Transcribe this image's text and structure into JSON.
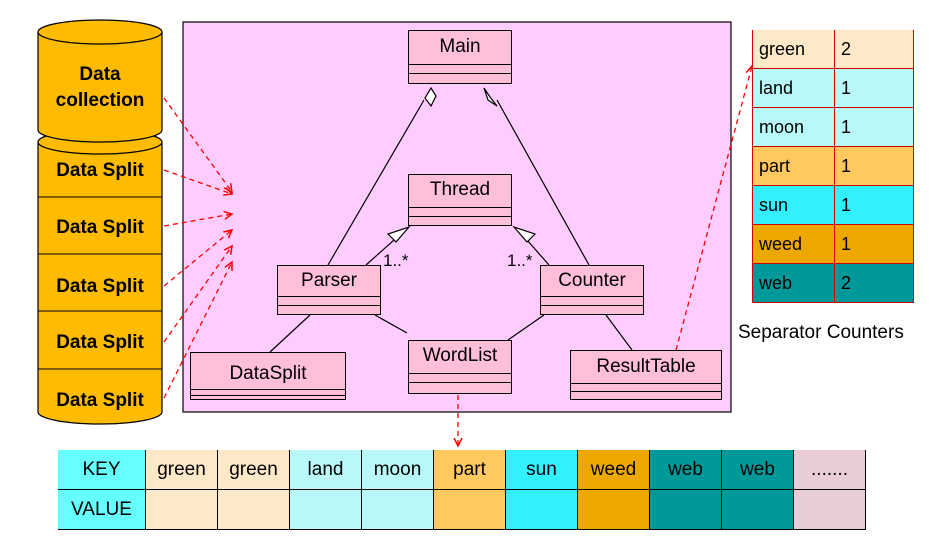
{
  "data_stack": {
    "header": "Data collection",
    "splits": [
      "Data Split",
      "Data Split",
      "Data Split",
      "Data Split",
      "Data Split"
    ],
    "color": "#ffbb00"
  },
  "uml": {
    "background": "#ffccff",
    "class_color": "#ffbfd9",
    "classes": {
      "main": "Main",
      "thread": "Thread",
      "parser": "Parser",
      "counter": "Counter",
      "datasplit": "DataSplit",
      "wordlist": "WordList",
      "resulttable": "ResultTable"
    },
    "multiplicity_left": "1..*",
    "multiplicity_right": "1..*"
  },
  "separator_counters": {
    "caption": "Separator Counters",
    "rows": [
      {
        "key": "green",
        "value": "2",
        "color": "#fde9c8"
      },
      {
        "key": "land",
        "value": "1",
        "color": "#b8f8f8"
      },
      {
        "key": "moon",
        "value": "1",
        "color": "#b8f8f8"
      },
      {
        "key": "part",
        "value": "1",
        "color": "#ffc960"
      },
      {
        "key": "sun",
        "value": "1",
        "color": "#33f0ff"
      },
      {
        "key": "weed",
        "value": "1",
        "color": "#eda800"
      },
      {
        "key": "web",
        "value": "2",
        "color": "#009999"
      }
    ]
  },
  "kv_table": {
    "key_label": "KEY",
    "value_label": "VALUE",
    "label_color": "#66ffff",
    "columns": [
      {
        "key": "green",
        "color": "#fde9c8"
      },
      {
        "key": "green",
        "color": "#fde9c8"
      },
      {
        "key": "land",
        "color": "#b8f8f8"
      },
      {
        "key": "moon",
        "color": "#b8f8f8"
      },
      {
        "key": "part",
        "color": "#ffc960"
      },
      {
        "key": "sun",
        "color": "#33f0ff"
      },
      {
        "key": "weed",
        "color": "#eda800"
      },
      {
        "key": "web",
        "color": "#009999"
      },
      {
        "key": "web",
        "color": "#009999"
      },
      {
        "key": ".......",
        "color": "#e8ccd6"
      }
    ]
  },
  "arrow_color": "#ff0000"
}
